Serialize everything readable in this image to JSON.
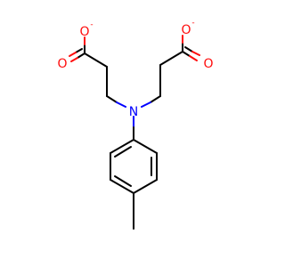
{
  "colors": {
    "bond": "#000000",
    "oxygen": "#ff0d0d",
    "nitrogen": "#0000ff",
    "background": "#ffffff"
  },
  "atoms": {
    "o_left_top": {
      "symbol": "O",
      "charge": "-"
    },
    "o_left_carbonyl": {
      "symbol": "O"
    },
    "o_right_top": {
      "symbol": "O",
      "charge": "-"
    },
    "o_right_carbonyl": {
      "symbol": "O"
    },
    "nitrogen": {
      "symbol": "N"
    }
  }
}
